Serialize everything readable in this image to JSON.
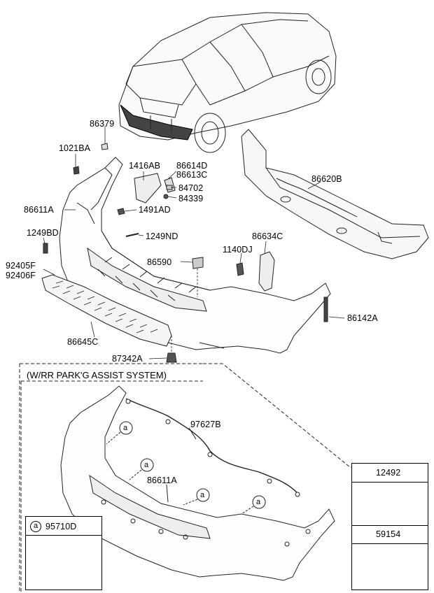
{
  "parts": {
    "p86379": "86379",
    "p1021BA": "1021BA",
    "p1416AB": "1416AB",
    "p86614D": "86614D",
    "p86613C": "86613C",
    "p84702": "84702",
    "p84339": "84339",
    "p86611A": "86611A",
    "p1491AD": "1491AD",
    "p1249BD": "1249BD",
    "p1249ND": "1249ND",
    "p86620B": "86620B",
    "p86634C": "86634C",
    "p1140DJ": "1140DJ",
    "p86590": "86590",
    "p92405F": "92405F",
    "p92406F": "92406F",
    "p86142A": "86142A",
    "p86645C": "86645C",
    "p87342A": "87342A"
  },
  "option_section": {
    "title": "(W/RR PARK'G ASSIST SYSTEM)",
    "p97627B": "97627B",
    "p86611A": "86611A",
    "callout": "a"
  },
  "legend": {
    "item1": "12492",
    "item2": "59154",
    "sensor_callout": "a",
    "sensor_part": "95710D"
  }
}
